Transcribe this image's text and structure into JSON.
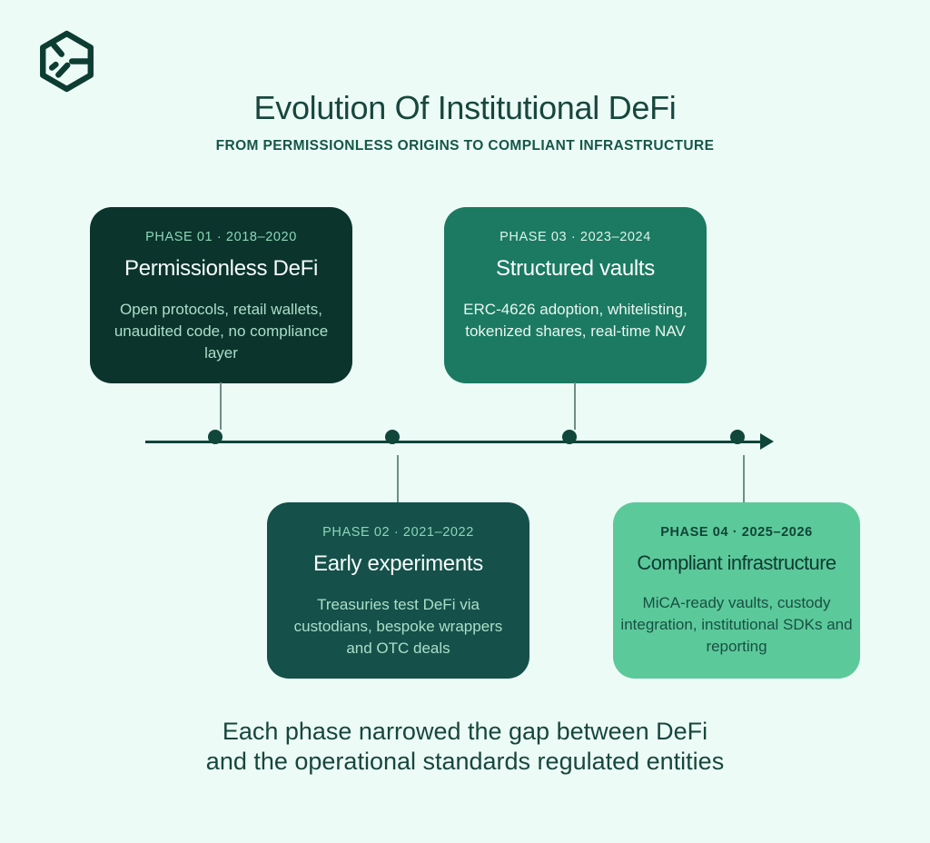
{
  "header": {
    "title": "Evolution Of Institutional DeFi",
    "subtitle": "FROM PERMISSIONLESS ORIGINS TO COMPLIANT INFRASTRUCTURE"
  },
  "logo": {
    "icon": "hexagon-cube-logo-icon",
    "color": "#0d3d32"
  },
  "phases": [
    {
      "eyebrow": "PHASE 01 · 2018–2020",
      "title": "Permissionless DeFi",
      "body": "Open protocols, retail wallets, unaudited code, no compliance layer",
      "card_bg": "#0a342c",
      "position": "above-axis"
    },
    {
      "eyebrow": "PHASE 02 · 2021–2022",
      "title": "Early experiments",
      "body": "Treasuries test DeFi via custodians, bespoke wrappers and OTC deals",
      "card_bg": "#15504a",
      "position": "below-axis"
    },
    {
      "eyebrow": "PHASE 03 · 2023–2024",
      "title": "Structured vaults",
      "body": "ERC-4626 adoption, whitelisting, tokenized shares, real-time NAV",
      "card_bg": "#1b7a61",
      "position": "above-axis"
    },
    {
      "eyebrow": "PHASE 04 · 2025–2026",
      "title": "Compliant infrastructure",
      "body": "MiCA-ready vaults, custody integration, institutional SDKs and reporting",
      "card_bg": "#5cc99b",
      "position": "below-axis"
    }
  ],
  "timeline": {
    "line_color": "#0f4538",
    "node_ring_color": "#11463a",
    "node_inner_default": "#f2fbf7",
    "node_inner_active": "#47c292",
    "arrow_icon": "arrow-right-icon",
    "nodes": [
      {
        "phase": "01",
        "active": false
      },
      {
        "phase": "02",
        "active": false
      },
      {
        "phase": "03",
        "active": false
      },
      {
        "phase": "04",
        "active": true
      }
    ]
  },
  "footer": {
    "line1": "Each phase narrowed the gap between DeFi",
    "line2": "and the operational standards regulated entities"
  },
  "colors": {
    "background": "#edfbf6",
    "title_text": "#17473c",
    "subtitle_text": "#145747",
    "connector": "#6d8f83",
    "card_light_eyebrow": "#8bd7b6",
    "card_light_title": "#f6fcf9",
    "card_light_body": "#abdfc8",
    "card_mint_text": "#0e3b31"
  }
}
